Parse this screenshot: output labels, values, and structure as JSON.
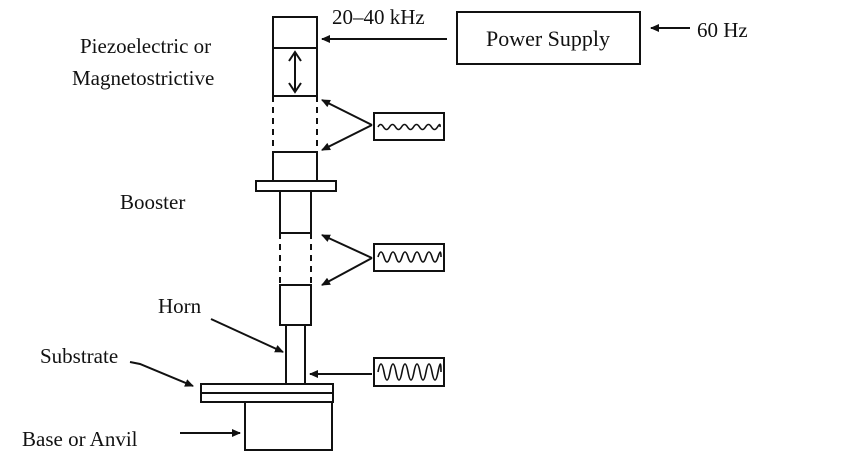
{
  "labels": {
    "frequency": "20–40 kHz",
    "power_supply": "Power Supply",
    "line_frequency": "60 Hz",
    "transducer_line1": "Piezoelectric or",
    "transducer_line2": "Magnetostrictive",
    "booster": "Booster",
    "horn": "Horn",
    "substrate": "Substrate",
    "base": "Base or Anvil"
  },
  "waveform_panels": [
    {
      "name": "transducer-amplitude",
      "cycles": 5,
      "amplitude": "low"
    },
    {
      "name": "booster-amplitude",
      "cycles": 6,
      "amplitude": "medium"
    },
    {
      "name": "horn-amplitude",
      "cycles": 7,
      "amplitude": "high"
    }
  ]
}
